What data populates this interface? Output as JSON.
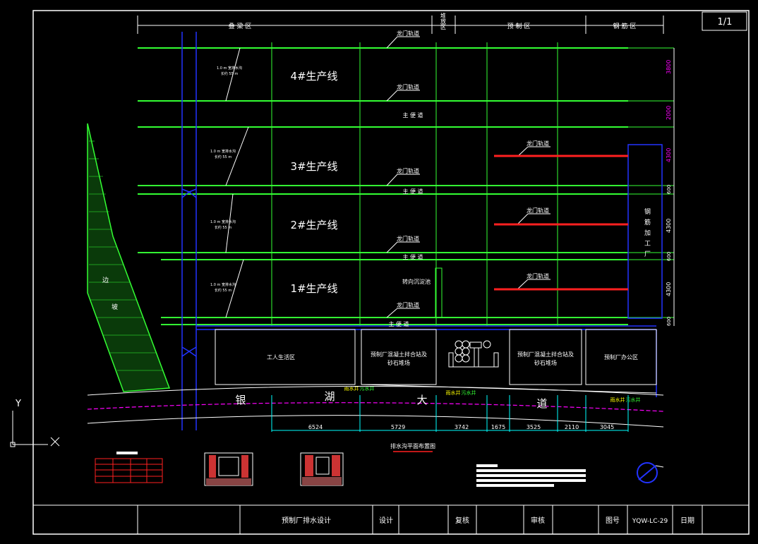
{
  "sheet": {
    "number": "1/1"
  },
  "zones": {
    "precast_beam": "叠 梁 区",
    "stacking": "堆放区",
    "precast_plate": "预 制 区",
    "rebar": "钢 筋 区"
  },
  "lines": [
    "4#生产线",
    "3#生产线",
    "2#生产线",
    "1#生产线"
  ],
  "labels": {
    "gantry_track": "龙门轨道",
    "main_road": "主 便 道",
    "sedimentation_tank": "转向沉淀池",
    "rebar_workshop": "钢筋加工厂",
    "worker_zone": "工人生活区",
    "mixing_station_left": "预制厂混凝土拌合站及砂石堆场",
    "mixing_station_right": "预制厂混凝土拌合站及砂石堆场",
    "office_zone": "预制厂办公区",
    "road": [
      "银",
      "湖",
      "大",
      "道"
    ],
    "slope": [
      "边",
      "坡"
    ],
    "rain_well": "雨水井",
    "sewage_well": "污水井",
    "drainage_title": "排水沟平面布置图",
    "pipe_spec": "1.0 m 宽排水沟",
    "pipe_spec2": "长约 55 m"
  },
  "dimensions": {
    "horizontal": [
      "6524",
      "5729",
      "3742",
      "1675",
      "3525",
      "2110",
      "3045"
    ],
    "vertical": [
      "3800",
      "2000",
      "4300",
      "600",
      "4300",
      "600",
      "4300",
      "600"
    ]
  },
  "axis": {
    "y": "Y"
  },
  "title_block": {
    "project": "预制厂排水设计",
    "design": "设计",
    "review": "复核",
    "audit": "审核",
    "drawing_no_label": "图号",
    "drawing_no": "YQW-LC-29",
    "date": "日期"
  },
  "colors": {
    "green": "#33ff33",
    "blue": "#2233ff",
    "white": "#ffffff",
    "red": "#ff2020",
    "magenta": "#ff00ff",
    "yellow": "#ffff00",
    "cyan": "#00ffff"
  }
}
